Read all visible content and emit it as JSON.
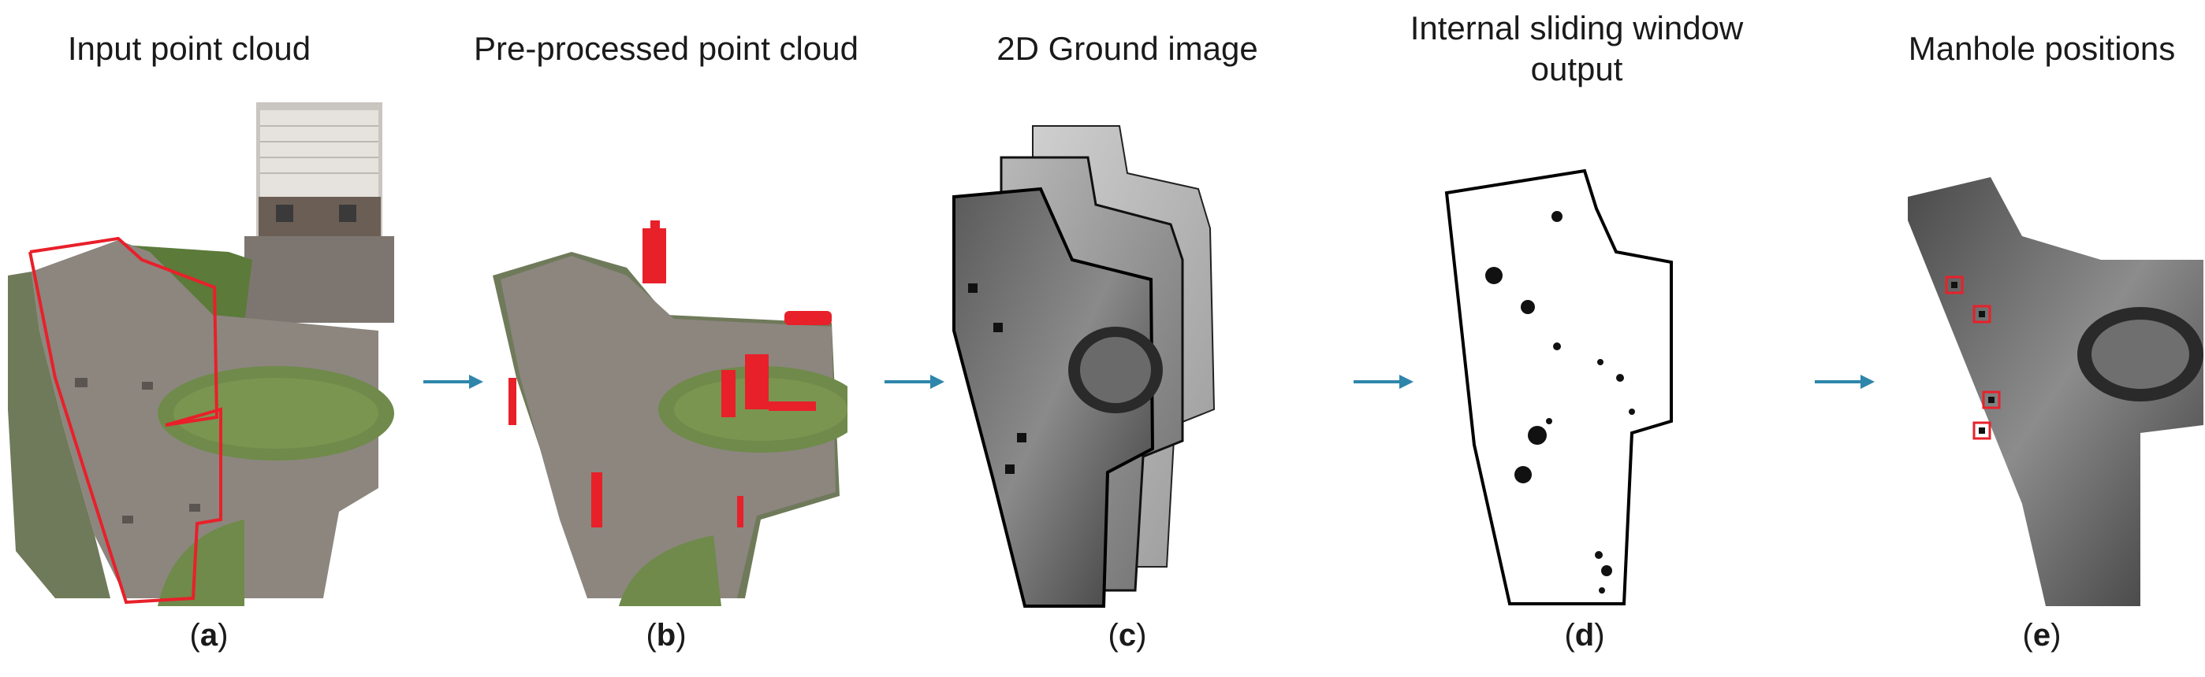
{
  "panels": [
    {
      "title": "Input point cloud",
      "caption_letter": "a"
    },
    {
      "title": "Pre-processed point cloud",
      "caption_letter": "b"
    },
    {
      "title": "2D Ground image",
      "caption_letter": "c"
    },
    {
      "title_line1": "Internal sliding window",
      "title_line2": "output",
      "caption_letter": "d"
    },
    {
      "title": "Manhole positions",
      "caption_letter": "e"
    }
  ],
  "caption_open": "(",
  "caption_close": ")",
  "colors": {
    "arrow": "#2e86ab",
    "highlight": "#e8202a",
    "road": "#8c867f",
    "grass": "#5c7a3a"
  }
}
